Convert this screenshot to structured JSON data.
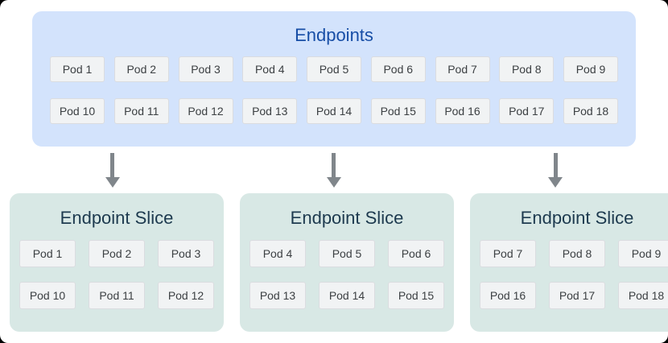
{
  "endpoints": {
    "title": "Endpoints",
    "pods": [
      "Pod 1",
      "Pod 2",
      "Pod 3",
      "Pod 4",
      "Pod 5",
      "Pod 6",
      "Pod 7",
      "Pod 8",
      "Pod 9",
      "Pod 10",
      "Pod 11",
      "Pod 12",
      "Pod 13",
      "Pod 14",
      "Pod 15",
      "Pod 16",
      "Pod 17",
      "Pod 18"
    ]
  },
  "slices": [
    {
      "title": "Endpoint Slice",
      "pods": [
        "Pod 1",
        "Pod 2",
        "Pod 3",
        "Pod 10",
        "Pod 11",
        "Pod 12"
      ]
    },
    {
      "title": "Endpoint Slice",
      "pods": [
        "Pod 4",
        "Pod 5",
        "Pod 6",
        "Pod 13",
        "Pod 14",
        "Pod 15"
      ]
    },
    {
      "title": "Endpoint Slice",
      "pods": [
        "Pod 7",
        "Pod 8",
        "Pod 9",
        "Pod 16",
        "Pod 17",
        "Pod 18"
      ]
    }
  ],
  "colors": {
    "canvas_bg": "#ffffff",
    "endpoints_bg": "#d3e3fc",
    "endpoints_title": "#174ea6",
    "slice_bg": "#d8e8e5",
    "slice_title": "#1d3a4f",
    "pod_bg": "#f1f3f4",
    "pod_border": "#dadce0",
    "pod_text": "#3c4043",
    "arrow": "#80868b"
  }
}
